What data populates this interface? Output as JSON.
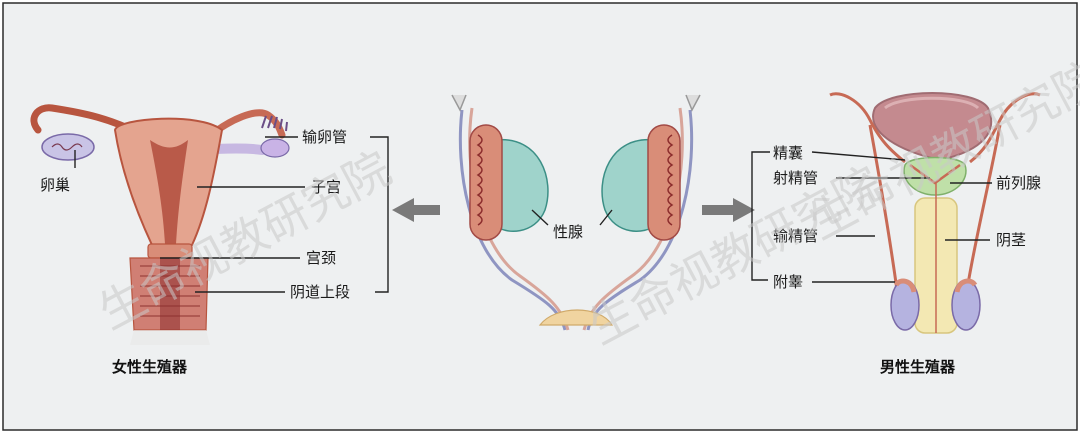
{
  "female": {
    "caption": "女性生殖器",
    "labels": {
      "ovary": "卵巢",
      "oviduct": "输卵管",
      "uterus": "子宫",
      "cervix": "宫颈",
      "vagina_upper": "阴道上段"
    }
  },
  "center": {
    "gonad": "性腺"
  },
  "male": {
    "caption": "男性生殖器",
    "labels": {
      "seminal_vesicle": "精囊",
      "ejaculatory_duct": "射精管",
      "vas_deferens": "输精管",
      "epididymis": "附睾",
      "prostate": "前列腺",
      "penis": "阴茎"
    }
  },
  "watermark": "生命视教研究院",
  "colors": {
    "background": "#eef0f1",
    "border": "#2b2b2b",
    "arrow": "#7a7a7a",
    "gonad_teal": "#9fd3cb",
    "uterus": "#e4a48f",
    "prostate": "#bfe0a8",
    "bladder": "#c48a8f",
    "penis": "#f3e8b3"
  }
}
